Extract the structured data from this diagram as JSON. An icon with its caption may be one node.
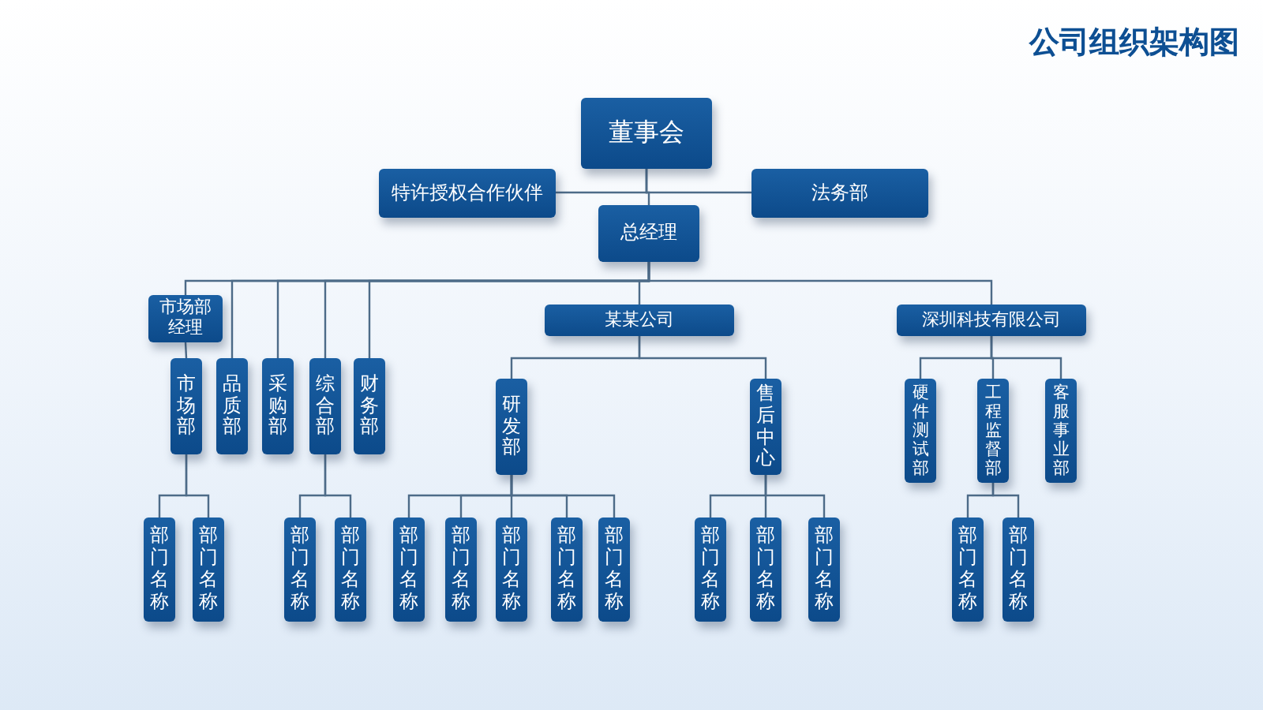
{
  "diagram": {
    "title": "公司组织架构图",
    "nodes": [
      {
        "text": [
          "董事会"
        ]
      },
      {
        "text": [
          "特许授权合作伙伴"
        ]
      },
      {
        "text": [
          "法务部"
        ]
      },
      {
        "text": [
          "总经理"
        ]
      },
      {
        "text": [
          "市场部经理"
        ]
      },
      {
        "text": [
          "某某公司"
        ]
      },
      {
        "text": [
          "深圳科技有限公司"
        ]
      },
      {
        "text": [
          "市场部"
        ]
      },
      {
        "text": [
          "品质部"
        ]
      },
      {
        "text": [
          "采购部"
        ]
      },
      {
        "text": [
          "综合部"
        ]
      },
      {
        "text": [
          "财务部"
        ]
      },
      {
        "text": [
          "研发部"
        ]
      },
      {
        "text": [
          "售后中心"
        ]
      },
      {
        "text": [
          "硬件测试部"
        ]
      },
      {
        "text": [
          "工程监督部"
        ]
      },
      {
        "text": [
          "客服事业部"
        ]
      },
      {
        "text": [
          "部门名称"
        ]
      },
      {
        "text": [
          "部门名称"
        ]
      },
      {
        "text": [
          "部门名称"
        ]
      },
      {
        "text": [
          "部门名称"
        ]
      },
      {
        "text": [
          "部门名称"
        ]
      },
      {
        "text": [
          "部门名称"
        ]
      },
      {
        "text": [
          "部门名称"
        ]
      },
      {
        "text": [
          "部门名称"
        ]
      },
      {
        "text": [
          "部门名称"
        ]
      },
      {
        "text": [
          "部门名称"
        ]
      },
      {
        "text": [
          "部门名称"
        ]
      },
      {
        "text": [
          "部门名称"
        ]
      },
      {
        "text": [
          "部门名称"
        ]
      },
      {
        "text": [
          "部门名称"
        ]
      }
    ],
    "edges": [
      {
        "from": 0,
        "to": 1,
        "arrow": "none"
      },
      {
        "from": 0,
        "to": 2,
        "arrow": "none"
      },
      {
        "from": 0,
        "to": 3,
        "arrow": "none"
      },
      {
        "from": 3,
        "to": 4,
        "arrow": "none"
      },
      {
        "from": 3,
        "to": 8,
        "arrow": "none"
      },
      {
        "from": 3,
        "to": 9,
        "arrow": "none"
      },
      {
        "from": 3,
        "to": 10,
        "arrow": "none"
      },
      {
        "from": 3,
        "to": 11,
        "arrow": "none"
      },
      {
        "from": 3,
        "to": 5,
        "arrow": "none"
      },
      {
        "from": 3,
        "to": 6,
        "arrow": "none"
      },
      {
        "from": 4,
        "to": 7,
        "arrow": "none"
      },
      {
        "from": 5,
        "to": 12,
        "arrow": "none"
      },
      {
        "from": 5,
        "to": 13,
        "arrow": "none"
      },
      {
        "from": 6,
        "to": 14,
        "arrow": "none"
      },
      {
        "from": 6,
        "to": 15,
        "arrow": "none"
      },
      {
        "from": 6,
        "to": 16,
        "arrow": "none"
      },
      {
        "from": 7,
        "to": 17,
        "arrow": "none"
      },
      {
        "from": 7,
        "to": 18,
        "arrow": "none"
      },
      {
        "from": 10,
        "to": 19,
        "arrow": "none"
      },
      {
        "from": 10,
        "to": 20,
        "arrow": "none"
      },
      {
        "from": 12,
        "to": 21,
        "arrow": "none"
      },
      {
        "from": 12,
        "to": 22,
        "arrow": "none"
      },
      {
        "from": 12,
        "to": 23,
        "arrow": "none"
      },
      {
        "from": 12,
        "to": 24,
        "arrow": "none"
      },
      {
        "from": 12,
        "to": 25,
        "arrow": "none"
      },
      {
        "from": 13,
        "to": 26,
        "arrow": "none"
      },
      {
        "from": 13,
        "to": 27,
        "arrow": "none"
      },
      {
        "from": 13,
        "to": 28,
        "arrow": "none"
      },
      {
        "from": 15,
        "to": 29,
        "arrow": "none"
      },
      {
        "from": 15,
        "to": 30,
        "arrow": "none"
      }
    ]
  }
}
